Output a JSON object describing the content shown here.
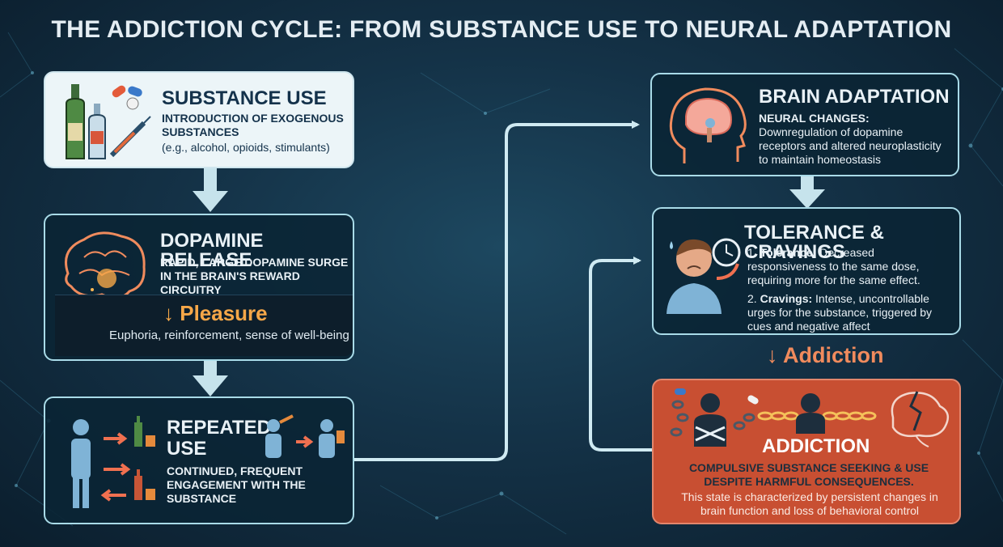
{
  "title": "THE ADDICTION CYCLE: FROM SUBSTANCE USE TO NEURAL ADAPTATION",
  "colors": {
    "accent_line": "#a9dbe8",
    "pleasure": "#f5a748",
    "addiction": "#f08b5d",
    "addiction_box": "#c84f32",
    "light_box": "#ecf5f8"
  },
  "nodes": {
    "substance_use": {
      "title": "SUBSTANCE USE",
      "subtitle": "INTRODUCTION OF EXOGENOUS SUBSTANCES",
      "examples": "(e.g., alcohol, opioids, stimulants)",
      "icons": [
        "bottle-icon",
        "pill-icon",
        "syringe-icon"
      ]
    },
    "dopamine_release": {
      "title": "DOPAMINE RELEASE",
      "subtitle": "RAPID, LARGE DOPAMINE SURGE IN THE BRAIN'S REWARD CIRCUITRY",
      "effect_arrow": "↓",
      "effect": "Pleasure",
      "effect_description": "Euphoria, reinforcement, sense of well-being",
      "icons": [
        "brain-icon"
      ]
    },
    "repeated_use": {
      "title": "REPEATED USE",
      "subtitle": "CONTINUED, FREQUENT ENGAGEMENT WITH THE SUBSTANCE",
      "icons": [
        "person-icon",
        "bottle-icon",
        "drinking-person-icon"
      ]
    },
    "brain_adaptation": {
      "title": "BRAIN ADAPTATION",
      "subtitle": "NEURAL CHANGES:",
      "description": "Downregulation of dopamine receptors and altered neuroplasticity to maintain homeostasis",
      "icons": [
        "head-brain-icon"
      ]
    },
    "tolerance_cravings": {
      "title": "TOLERANCE & CRAVINGS",
      "items": [
        {
          "num": "1.",
          "term": "Tolerance:",
          "text": "Decreased responsiveness to the same dose, requiring more for the same effect."
        },
        {
          "num": "2.",
          "term": "Cravings:",
          "text": "Intense, uncontrollable urges for the substance, triggered by cues and negative affect"
        }
      ],
      "icons": [
        "distressed-person-icon",
        "clock-icon"
      ]
    },
    "addiction": {
      "arrow_label_arrow": "↓",
      "arrow_label": "Addiction",
      "title": "ADDICTION",
      "subtitle": "COMPULSIVE SUBSTANCE SEEKING & USE DESPITE HARMFUL CONSEQUENCES.",
      "description": "This state is characterized by persistent changes in brain function and loss of behavioral control",
      "icons": [
        "chained-person-icon",
        "chain-icon",
        "cracked-brain-icon"
      ]
    }
  }
}
